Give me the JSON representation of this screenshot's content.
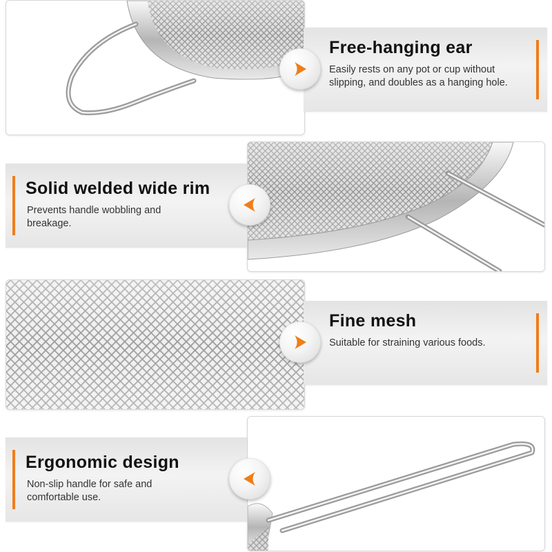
{
  "colors": {
    "accent": "#f07d1a",
    "banner": "#ececec",
    "title": "#111111",
    "text": "#333333"
  },
  "features": [
    {
      "title": "Free-hanging ear",
      "description": "Easily rests on any pot or cup without slipping, and doubles as a hanging hole.",
      "arrow_icon": "chevron-right-icon",
      "image": "strainer-hanging-ear"
    },
    {
      "title": "Solid welded wide rim",
      "description": "Prevents handle wobbling and breakage.",
      "arrow_icon": "chevron-left-icon",
      "image": "strainer-welded-rim"
    },
    {
      "title": "Fine mesh",
      "description": "Suitable for straining various foods.",
      "arrow_icon": "chevron-right-icon",
      "image": "strainer-fine-mesh"
    },
    {
      "title": "Ergonomic design",
      "description": "Non-slip handle for safe and comfortable use.",
      "arrow_icon": "chevron-left-icon",
      "image": "strainer-handle"
    }
  ]
}
